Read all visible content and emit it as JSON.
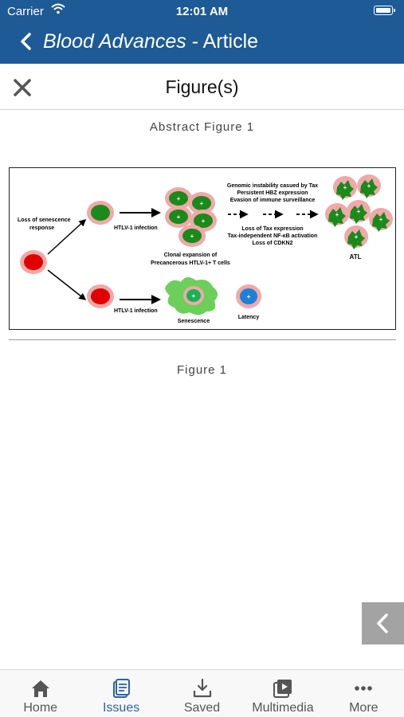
{
  "status_bar": {
    "carrier": "Carrier",
    "time": "12:01 AM"
  },
  "nav": {
    "journal": "Blood Advances",
    "section": " - Article"
  },
  "figure_view": {
    "title": "Figure(s)"
  },
  "captions": {
    "abstract": "Abstract Figure 1",
    "figure": "Figure 1"
  },
  "figure_labels": {
    "loss_senescence_1": "Loss of senescence",
    "loss_senescence_2": "response",
    "infection_top": "HTLV-1 infection",
    "infection_bottom": "HTLV-1 infection",
    "events_1": "Genomic instability casued by Tax",
    "events_2": "Persistent HBZ expression",
    "events_3": "Evasion of immune surveillance",
    "loss_tax_1": "Loss of Tax expression",
    "loss_tax_2": "Tax-independent NF-κB activation",
    "loss_tax_3": "Loss of CDKN2",
    "clonal_1": "Clonal expansion of",
    "clonal_2": "Precancerous HTLV-1+ T cells",
    "atl": "ATL",
    "senescence": "Senescence",
    "latency": "Latency",
    "plus": "+"
  },
  "tabs": [
    {
      "label": "Home",
      "icon": "home-icon"
    },
    {
      "label": "Issues",
      "icon": "issues-icon"
    },
    {
      "label": "Saved",
      "icon": "download-icon"
    },
    {
      "label": "Multimedia",
      "icon": "multimedia-icon"
    },
    {
      "label": "More",
      "icon": "more-icon"
    }
  ],
  "colors": {
    "header": "#1d5a96",
    "active_tab": "#2a63a8",
    "inactive_tab": "#555555"
  }
}
